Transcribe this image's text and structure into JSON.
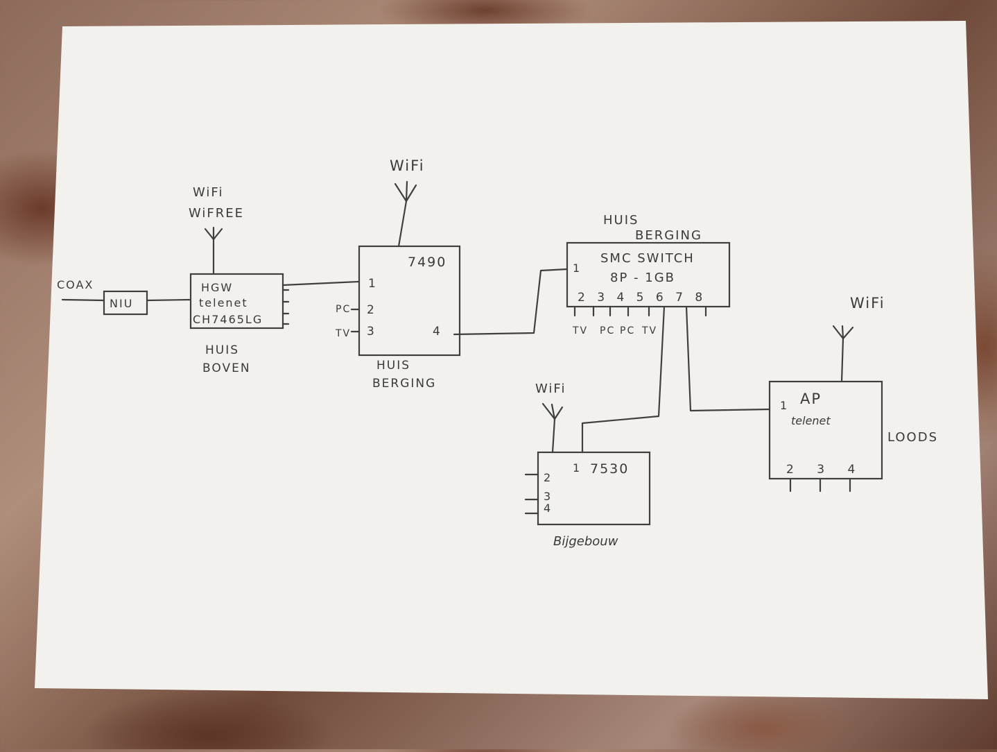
{
  "labels": {
    "coax": "COAX",
    "niu": "NIU",
    "hgw_line1": "HGW",
    "hgw_line2": "telenet",
    "hgw_line3": "CH7465LG",
    "hgw_wifi1": "WiFi",
    "hgw_wifi2": "WiFREE",
    "hgw_loc1": "HUIS",
    "hgw_loc2": "BOVEN",
    "fritz_model": "7490",
    "fritz_wifi": "WiFi",
    "fritz_port1": "1",
    "fritz_port2": "2",
    "fritz_port3": "3",
    "fritz_port4": "4",
    "fritz_pc": "PC",
    "fritz_tv": "TV",
    "fritz_loc1": "HUIS",
    "fritz_loc2": "BERGING",
    "switch_loc1": "HUIS",
    "switch_loc2": "BERGING",
    "switch_line1": "SMC SWITCH",
    "switch_line2": "8P - 1GB",
    "switch_port1": "1",
    "switch_ports": "2 3 4 5 6 7 8",
    "switch_tv1": "TV",
    "switch_pc1": "PC",
    "switch_pc2": "PC",
    "switch_tv2": "TV",
    "rep_wifi": "WiFi",
    "rep_model": "7530",
    "rep_port1": "1",
    "rep_port2": "2",
    "rep_port3": "3",
    "rep_port4": "4",
    "rep_loc": "Bijgebouw",
    "ap_wifi": "WiFi",
    "ap_line1": "AP",
    "ap_line2": "telenet",
    "ap_port1": "1",
    "ap_ports": "2 3 4",
    "ap_loc": "LOODS"
  }
}
